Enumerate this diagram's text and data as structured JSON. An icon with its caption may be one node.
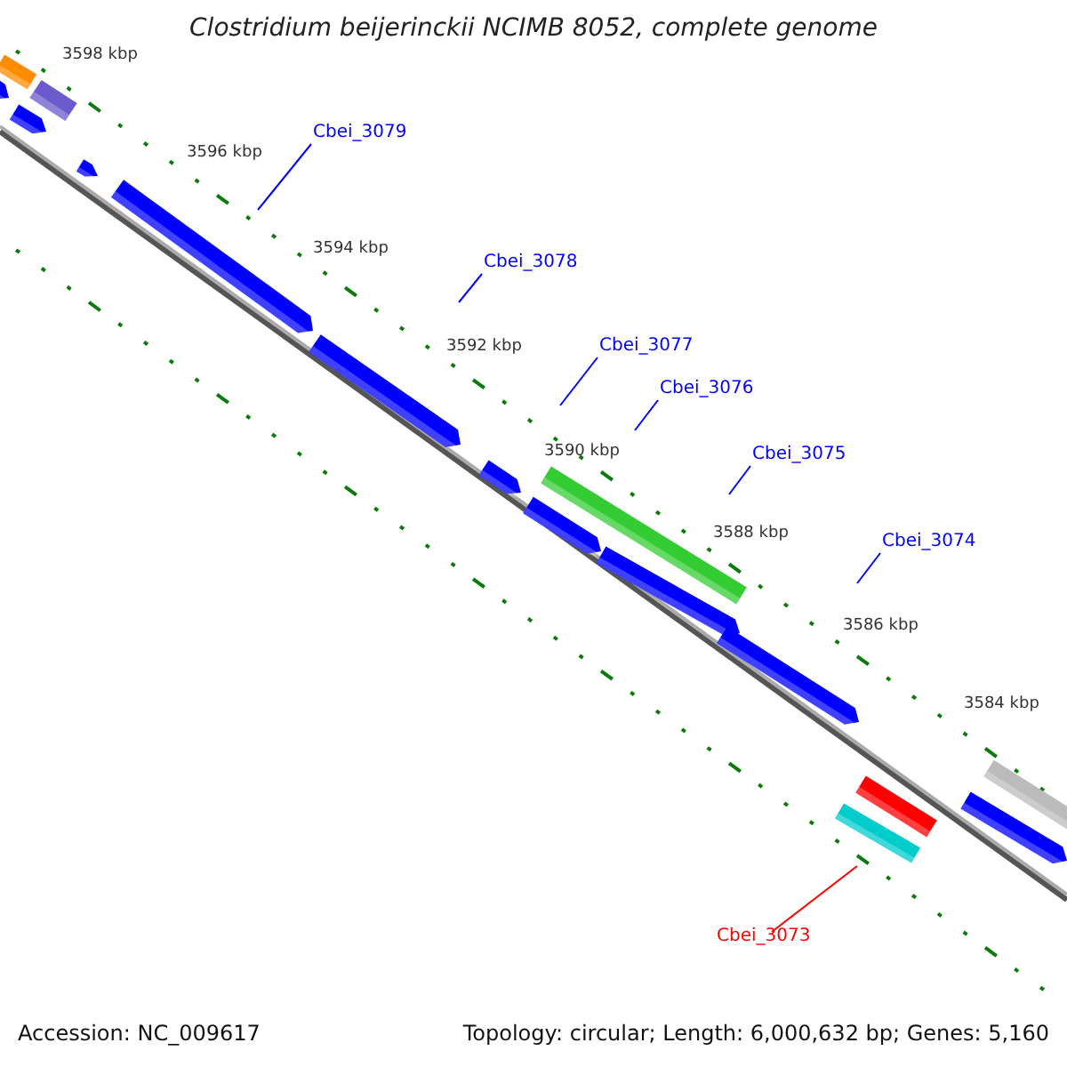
{
  "diagram": {
    "title": "Clostridium beijerinckii NCIMB 8052, complete genome",
    "nodes": [
      {
        "text": [
          "Cbei_3079"
        ]
      },
      {
        "text": [
          "Cbei_3078"
        ]
      },
      {
        "text": [
          "Cbei_3077"
        ]
      },
      {
        "text": [
          "Cbei_3076"
        ]
      },
      {
        "text": [
          "Cbei_3075"
        ]
      },
      {
        "text": [
          "Cbei_3074"
        ]
      },
      {
        "text": [
          "Cbei_3073"
        ]
      }
    ],
    "edges": [
      {
        "from": 0,
        "to": null,
        "arrow": "none"
      },
      {
        "from": 1,
        "to": null,
        "arrow": "none"
      },
      {
        "from": 2,
        "to": null,
        "arrow": "none"
      },
      {
        "from": 3,
        "to": null,
        "arrow": "none"
      },
      {
        "from": 4,
        "to": null,
        "arrow": "none"
      },
      {
        "from": 5,
        "to": null,
        "arrow": "none"
      },
      {
        "from": 6,
        "to": null,
        "arrow": "none",
        "color": "#ff0000"
      }
    ],
    "labels": [
      "3598 kbp",
      "3596 kbp",
      "3594 kbp",
      "3592 kbp",
      "3590 kbp",
      "3588 kbp",
      "3586 kbp",
      "3584 kbp",
      "Accession: NC_009617",
      "Topology: circular; Length: 6,000,632 bp; Genes: 5,160"
    ]
  }
}
